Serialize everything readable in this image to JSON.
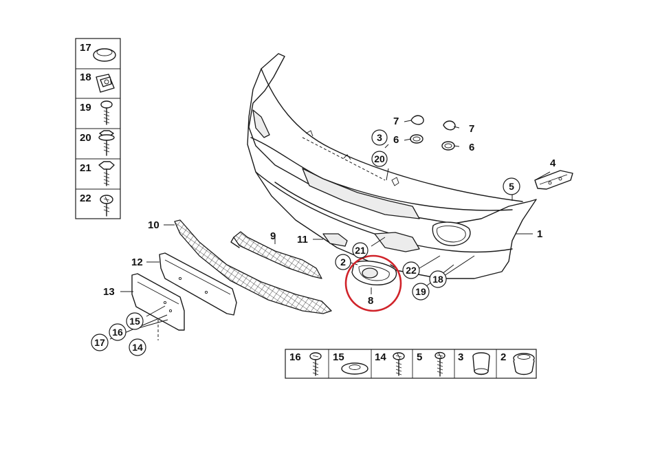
{
  "highlight_color": "#d0232a",
  "line_color": "#1a1a1a",
  "left_panel": [
    "17",
    "18",
    "19",
    "20",
    "21",
    "22"
  ],
  "bottom_panel": [
    "16",
    "15",
    "14",
    "5",
    "3",
    "2"
  ],
  "callouts": {
    "c1": "1",
    "c2a": "2",
    "c3a": "3",
    "c4": "4",
    "c5a": "5",
    "c6a": "6",
    "c6b": "6",
    "c7a": "7",
    "c7b": "7",
    "c8": "8",
    "c9": "9",
    "c10": "10",
    "c11": "11",
    "c12": "12",
    "c13": "13",
    "c14a": "14",
    "c15a": "15",
    "c16a": "16",
    "c17a": "17",
    "c18a": "18",
    "c19a": "19",
    "c20a": "20",
    "c21a": "21",
    "c22a": "22"
  },
  "highlighted_part": "8"
}
